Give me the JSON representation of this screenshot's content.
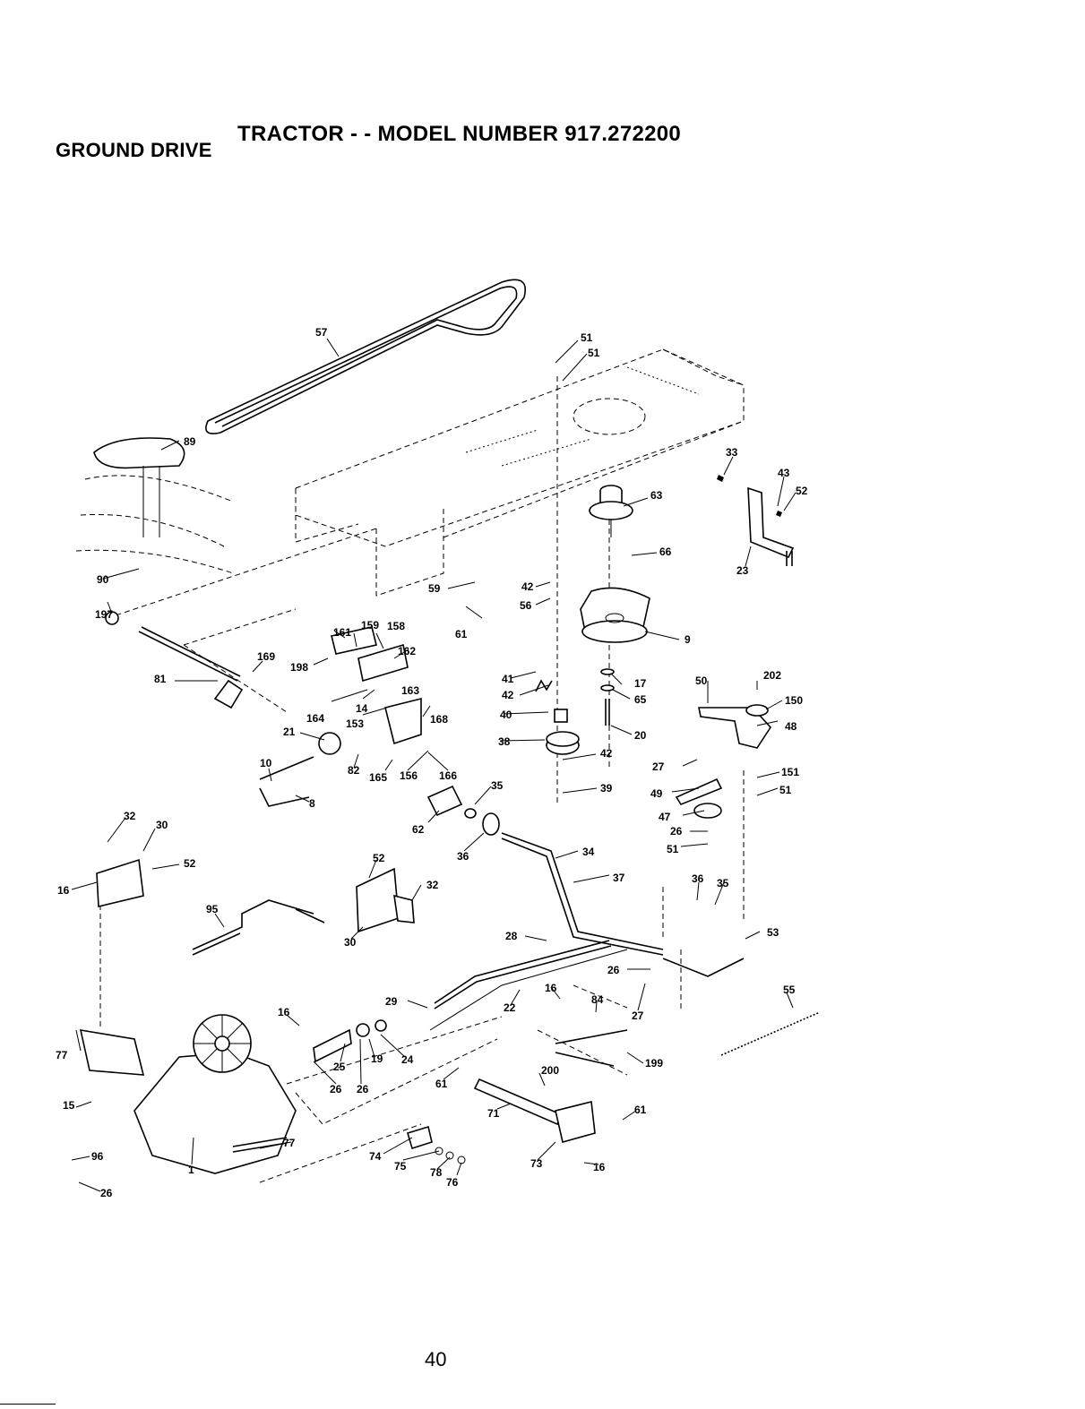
{
  "header": {
    "title": "TRACTOR - - MODEL NUMBER 917.272200",
    "section": "GROUND DRIVE"
  },
  "page_number": "40",
  "callouts": [
    "57",
    "51",
    "51",
    "89",
    "33",
    "43",
    "52",
    "63",
    "66",
    "23",
    "90",
    "59",
    "42",
    "56",
    "197",
    "61",
    "9",
    "159",
    "158",
    "161",
    "162",
    "169",
    "198",
    "163",
    "81",
    "41",
    "17",
    "50",
    "202",
    "150",
    "42",
    "65",
    "164",
    "14",
    "153",
    "168",
    "48",
    "40",
    "20",
    "21",
    "38",
    "42",
    "27",
    "151",
    "51",
    "10",
    "82",
    "165",
    "156",
    "166",
    "35",
    "8",
    "39",
    "49",
    "47",
    "32",
    "30",
    "62",
    "26",
    "36",
    "34",
    "51",
    "52",
    "16",
    "52",
    "32",
    "37",
    "36",
    "35",
    "95",
    "30",
    "53",
    "28",
    "26",
    "55",
    "29",
    "22",
    "16",
    "84",
    "16",
    "27",
    "77",
    "25",
    "19",
    "24",
    "200",
    "199",
    "15",
    "26",
    "26",
    "61",
    "71",
    "61",
    "77",
    "74",
    "75",
    "78",
    "76",
    "73",
    "96",
    "1",
    "16",
    "26"
  ]
}
